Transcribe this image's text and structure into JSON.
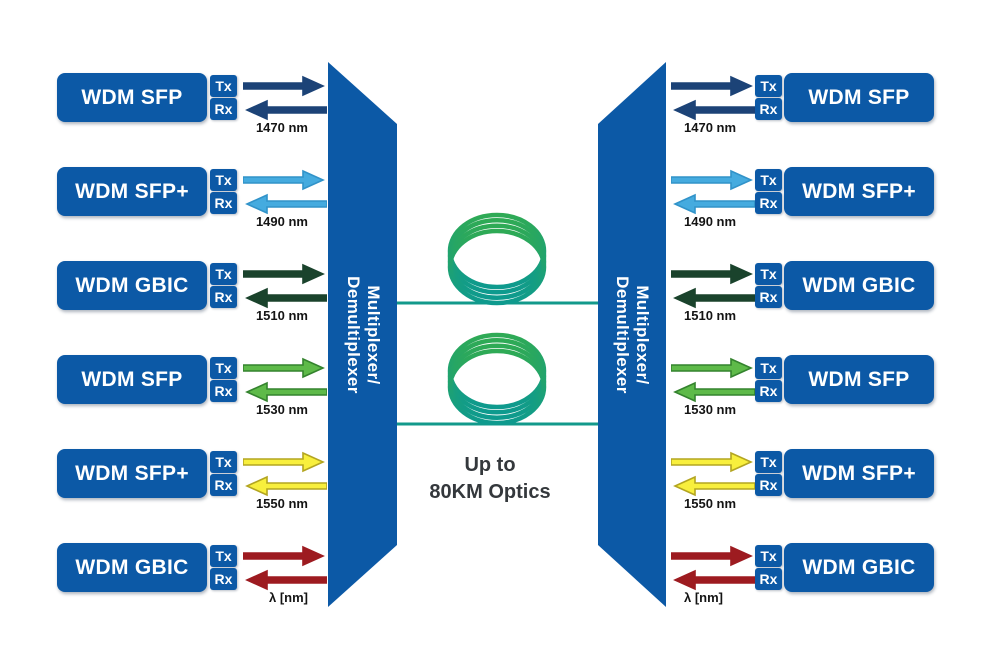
{
  "diagram": {
    "ports": {
      "tx": "Tx",
      "rx": "Rx"
    },
    "multiplexer": {
      "line1": "Multiplexer/",
      "line2": "Demultiplexer"
    },
    "center": {
      "distance_line1": "Up to",
      "distance_line2": "80KM Optics"
    },
    "rows": [
      {
        "device": "WDM SFP",
        "wavelength": "1470 nm",
        "arrow_color": "#1c4377",
        "arrow_outline": "#1c4377"
      },
      {
        "device": "WDM SFP+",
        "wavelength": "1490 nm",
        "arrow_color": "#45abdf",
        "arrow_outline": "#3193c9"
      },
      {
        "device": "WDM GBIC",
        "wavelength": "1510 nm",
        "arrow_color": "#1a432c",
        "arrow_outline": "#1a432c"
      },
      {
        "device": "WDM SFP",
        "wavelength": "1530 nm",
        "arrow_color": "#5eba49",
        "arrow_outline": "#34832e"
      },
      {
        "device": "WDM SFP+",
        "wavelength": "1550 nm",
        "arrow_color": "#f8ef3d",
        "arrow_outline": "#b3a521"
      },
      {
        "device": "WDM GBIC",
        "wavelength": "λ [nm]",
        "arrow_color": "#9d1b20",
        "arrow_outline": "#9d1b20"
      }
    ],
    "colors": {
      "device_box": "#0c59a6",
      "multiplexer": "#0c59a6",
      "fiber_line": "#12998b",
      "coil_top": "#2faa55",
      "coil_bottom": "#0e9a8e",
      "label_text": "#141414",
      "distance_text": "#34383c"
    }
  }
}
